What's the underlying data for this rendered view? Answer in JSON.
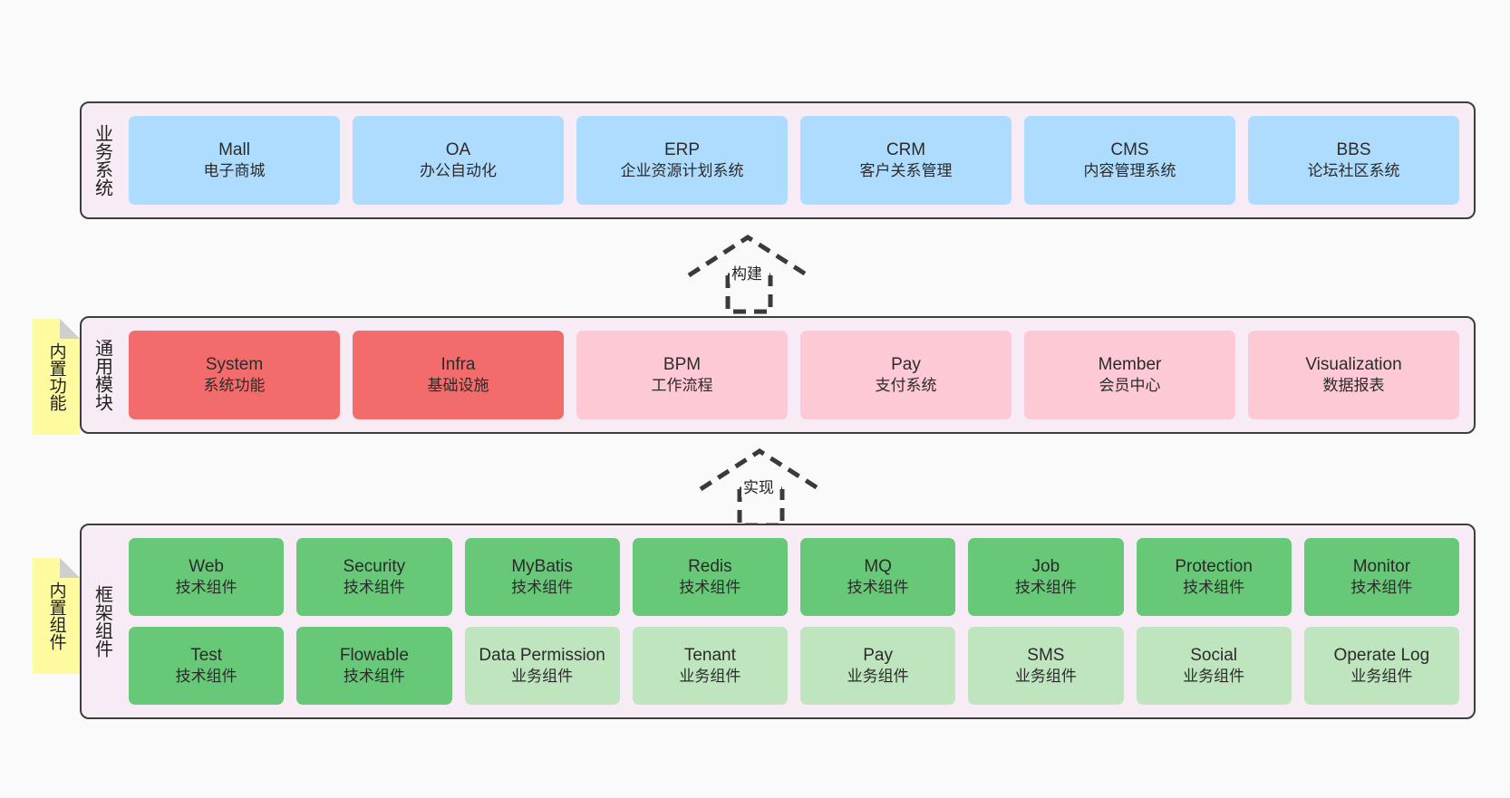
{
  "diagram": {
    "title": "",
    "colors": {
      "page_background": "#fafafa",
      "band_background": "#f7ebf5",
      "band_border": "#3d3d3d",
      "business_card": "#aedcff",
      "module_core": "#f26c6c",
      "module_normal": "#fcc9d4",
      "framework_tech": "#67c877",
      "framework_business": "#bfe5bf",
      "note": "#fdfaa0"
    }
  },
  "layers": [
    {
      "id": "business-systems",
      "label": "业务系统",
      "cards": [
        {
          "en": "Mall",
          "cn": "电子商城",
          "style": "c-blue"
        },
        {
          "en": "OA",
          "cn": "办公自动化",
          "style": "c-blue"
        },
        {
          "en": "ERP",
          "cn": "企业资源计划系统",
          "style": "c-blue"
        },
        {
          "en": "CRM",
          "cn": "客户关系管理",
          "style": "c-blue"
        },
        {
          "en": "CMS",
          "cn": "内容管理系统",
          "style": "c-blue"
        },
        {
          "en": "BBS",
          "cn": "论坛社区系统",
          "style": "c-blue"
        }
      ]
    },
    {
      "id": "common-modules",
      "label": "通用模块",
      "note": "内置功能",
      "cards": [
        {
          "en": "System",
          "cn": "系统功能",
          "style": "c-red"
        },
        {
          "en": "Infra",
          "cn": "基础设施",
          "style": "c-red"
        },
        {
          "en": "BPM",
          "cn": "工作流程",
          "style": "c-pink"
        },
        {
          "en": "Pay",
          "cn": "支付系统",
          "style": "c-pink"
        },
        {
          "en": "Member",
          "cn": "会员中心",
          "style": "c-pink"
        },
        {
          "en": "Visualization",
          "cn": "数据报表",
          "style": "c-pink"
        }
      ]
    },
    {
      "id": "framework-components",
      "label": "框架组件",
      "note": "内置组件",
      "rows": [
        [
          {
            "en": "Web",
            "cn": "技术组件",
            "style": "c-green"
          },
          {
            "en": "Security",
            "cn": "技术组件",
            "style": "c-green"
          },
          {
            "en": "MyBatis",
            "cn": "技术组件",
            "style": "c-green"
          },
          {
            "en": "Redis",
            "cn": "技术组件",
            "style": "c-green"
          },
          {
            "en": "MQ",
            "cn": "技术组件",
            "style": "c-green"
          },
          {
            "en": "Job",
            "cn": "技术组件",
            "style": "c-green"
          },
          {
            "en": "Protection",
            "cn": "技术组件",
            "style": "c-green"
          },
          {
            "en": "Monitor",
            "cn": "技术组件",
            "style": "c-green"
          }
        ],
        [
          {
            "en": "Test",
            "cn": "技术组件",
            "style": "c-green"
          },
          {
            "en": "Flowable",
            "cn": "技术组件",
            "style": "c-green"
          },
          {
            "en": "Data Permission",
            "cn": "业务组件",
            "style": "c-lightgreen"
          },
          {
            "en": "Tenant",
            "cn": "业务组件",
            "style": "c-lightgreen"
          },
          {
            "en": "Pay",
            "cn": "业务组件",
            "style": "c-lightgreen"
          },
          {
            "en": "SMS",
            "cn": "业务组件",
            "style": "c-lightgreen"
          },
          {
            "en": "Social",
            "cn": "业务组件",
            "style": "c-lightgreen"
          },
          {
            "en": "Operate Log",
            "cn": "业务组件",
            "style": "c-lightgreen"
          }
        ]
      ]
    }
  ],
  "connectors": [
    {
      "id": "build",
      "label": "构建"
    },
    {
      "id": "implement",
      "label": "实现"
    }
  ]
}
